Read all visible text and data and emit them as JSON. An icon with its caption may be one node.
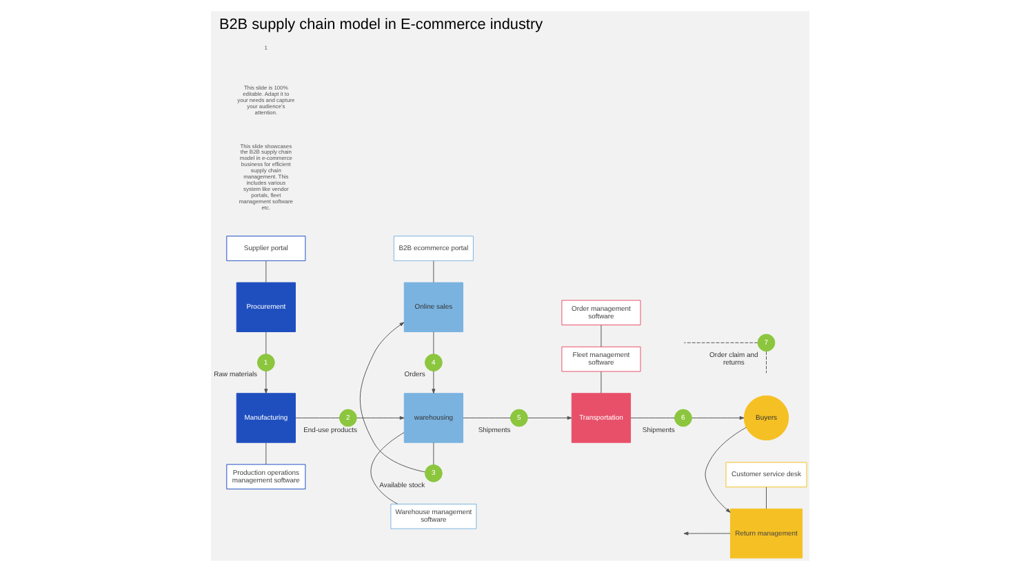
{
  "diagram": {
    "title": "B2B supply chain model in E-commerce industry",
    "nodes": [
      {
        "text": [
          "Supplier portal"
        ]
      },
      {
        "text": [
          "Procurement"
        ]
      },
      {
        "text": [
          "B2B ecommerce portal"
        ]
      },
      {
        "text": [
          "Online sales"
        ]
      },
      {
        "text": [
          "Customer service desk"
        ]
      },
      {
        "text": [
          "Return management"
        ]
      },
      {
        "text": [
          "Order management software"
        ]
      },
      {
        "text": [
          "Fleet management software"
        ]
      },
      {
        "text": [
          "Manufacturing"
        ]
      },
      {
        "text": [
          "warehousing"
        ]
      },
      {
        "text": [
          "Transportation"
        ]
      },
      {
        "text": [
          "Buyers"
        ]
      },
      {
        "text": [
          "Production operations management software"
        ]
      },
      {
        "text": [
          "Warehouse management software"
        ]
      },
      {
        "text": [
          "1"
        ],
        "beside": [
          "Raw materials"
        ]
      },
      {
        "text": [
          "2"
        ],
        "beside": [
          "End-use products"
        ]
      },
      {
        "text": [
          "3"
        ],
        "beside": [
          "Available stock"
        ]
      },
      {
        "text": [
          "4"
        ],
        "beside": [
          "Orders"
        ]
      },
      {
        "text": [
          "5"
        ],
        "beside": [
          "Shipments"
        ]
      },
      {
        "text": [
          "6"
        ],
        "beside": [
          "Shipments"
        ]
      },
      {
        "text": [
          "7"
        ],
        "beside": [
          "Order claim and returns"
        ]
      }
    ],
    "edges": [
      {
        "from": 0,
        "to": 1,
        "arrow": "none"
      },
      {
        "from": 1,
        "to": 14,
        "arrow": "none"
      },
      {
        "from": 14,
        "to": 8,
        "arrow": "to"
      },
      {
        "from": 8,
        "to": 12,
        "arrow": "none"
      },
      {
        "from": 2,
        "to": 3,
        "arrow": "none"
      },
      {
        "from": 9,
        "to": 16,
        "arrow": "none"
      },
      {
        "from": 16,
        "to": 3,
        "arrow": "to"
      },
      {
        "from": 3,
        "to": 17,
        "arrow": "none"
      },
      {
        "from": 17,
        "to": 9,
        "arrow": "to"
      },
      {
        "from": 9,
        "to": 13,
        "arrow": "none"
      },
      {
        "from": 8,
        "to": 15,
        "arrow": "none"
      },
      {
        "from": 15,
        "to": 9,
        "arrow": "to"
      },
      {
        "from": 9,
        "to": 18,
        "arrow": "none"
      },
      {
        "from": 18,
        "to": 10,
        "arrow": "to"
      },
      {
        "from": 6,
        "to": 7,
        "arrow": "none"
      },
      {
        "from": 7,
        "to": 10,
        "arrow": "none"
      },
      {
        "from": 10,
        "to": 19,
        "arrow": "none"
      },
      {
        "from": 19,
        "to": 11,
        "arrow": "to"
      },
      {
        "from": 4,
        "to": 5,
        "arrow": "none"
      },
      {
        "from": 11,
        "to": 5,
        "arrow": "to"
      },
      {
        "from": 5,
        "to": null,
        "arrow": "to"
      },
      {
        "from": 20,
        "to": null,
        "arrow": "none",
        "style": "dashed"
      },
      {
        "from": 20,
        "to": null,
        "arrow": "none",
        "style": "dashed"
      }
    ],
    "labels": [
      "This slide showcases the B2B supply chain model in e-commerce business for efficient supply chain management. This includes various system like vendor portals, fleet management software etc.",
      "This slide is 100% editable. Adapt it to your needs and capture your audience's attention.",
      "1"
    ]
  }
}
